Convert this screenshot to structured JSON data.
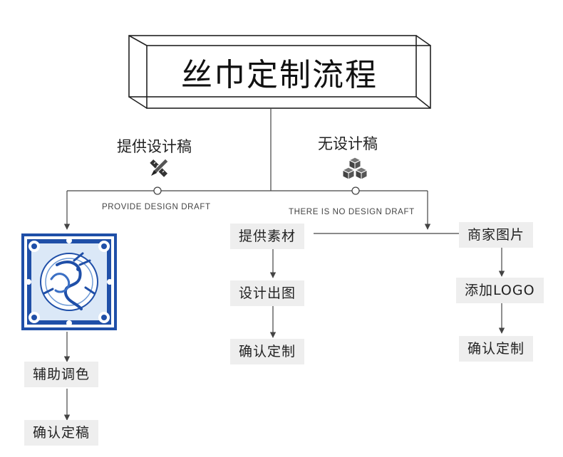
{
  "title": "丝巾定制流程",
  "branches": {
    "left": {
      "label": "提供设计稿",
      "sublabel": "PROVIDE DESIGN DRAFT"
    },
    "right": {
      "label": "无设计稿",
      "sublabel": "THERE IS NO DESIGN DRAFT"
    }
  },
  "steps": {
    "left_1": "辅助调色",
    "left_2": "确认定稿",
    "mid_1": "提供素材",
    "mid_2": "设计出图",
    "mid_3": "确认定制",
    "right_1": "商家图片",
    "right_2": "添加LOGO",
    "right_3": "确认定制"
  },
  "icons": {
    "pencil": "pencil-ruler-icon",
    "cubes": "cubes-icon"
  },
  "colors": {
    "line": "#444444",
    "step_bg": "#eeeeee",
    "porcelain_blue": "#1f4fa8",
    "porcelain_light": "#dbe8f7"
  }
}
